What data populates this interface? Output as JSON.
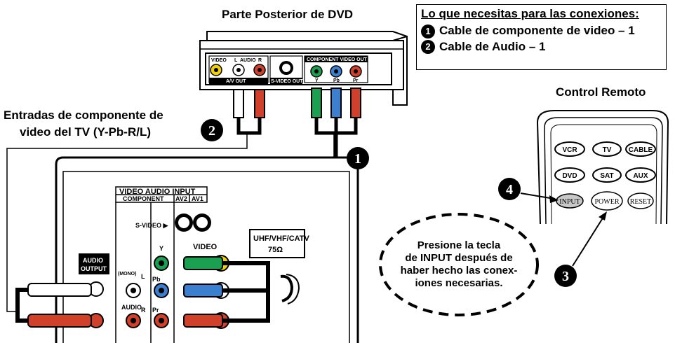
{
  "dvd_title": "Parte Posterior de DVD",
  "tv_inputs_title": "Entradas de componente de video del TV (Y-Pb-R/L)",
  "tv_inputs_line1": "Entradas de componente de",
  "tv_inputs_line2": "video del TV (Y-Pb-R/L)",
  "remote_title": "Control Remoto",
  "legend": {
    "heading": "Lo que necesitas para las conexiones:",
    "items": [
      {
        "num": "1",
        "text": "Cable de componente de video – 1"
      },
      {
        "num": "2",
        "text": "Cable de Audio – 1"
      }
    ]
  },
  "steps": {
    "one": "1",
    "two": "2",
    "three": "3",
    "four": "4"
  },
  "dvd_panel": {
    "video": "VIDEO",
    "l": "L",
    "audio": "AUDIO",
    "r": "R",
    "av_out": "A/V  OUT",
    "svideo_out": "S-VIDEO OUT",
    "component_out": "COMPONENT  VIDEO  OUT",
    "y": "Y",
    "pb": "Pb",
    "pr": "Pr"
  },
  "tv_panel": {
    "header": "VIDEO AUDIO INPUT",
    "component": "COMPONENT",
    "av2": "AV2",
    "av1": "AV1",
    "svideo": "S-VIDEO ▶",
    "y": "Y",
    "video": "VIDEO",
    "audio_output_1": "AUDIO",
    "audio_output_2": "OUTPUT",
    "mono": "(MONO)",
    "l": "L",
    "r": "R",
    "pb": "Pb",
    "pr": "Pr",
    "audio": "AUDIO",
    "uhf_1": "UHF/VHF/CATV",
    "uhf_2": "75Ω"
  },
  "remote": {
    "row1": [
      "VCR",
      "TV",
      "CABLE"
    ],
    "row2": [
      "DVD",
      "SAT",
      "AUX"
    ],
    "row3": [
      "INPUT",
      "POWER",
      "RESET"
    ]
  },
  "callout": {
    "line1": "Presione la tecla",
    "line2": "de INPUT después de",
    "line3": "haber hecho las conex-",
    "line4": "iones necesarias."
  },
  "colors": {
    "video_yellow": "#f2d000",
    "red": "#d0402a",
    "green": "#1aa050",
    "blue": "#3a7fd0",
    "black": "#000000"
  }
}
